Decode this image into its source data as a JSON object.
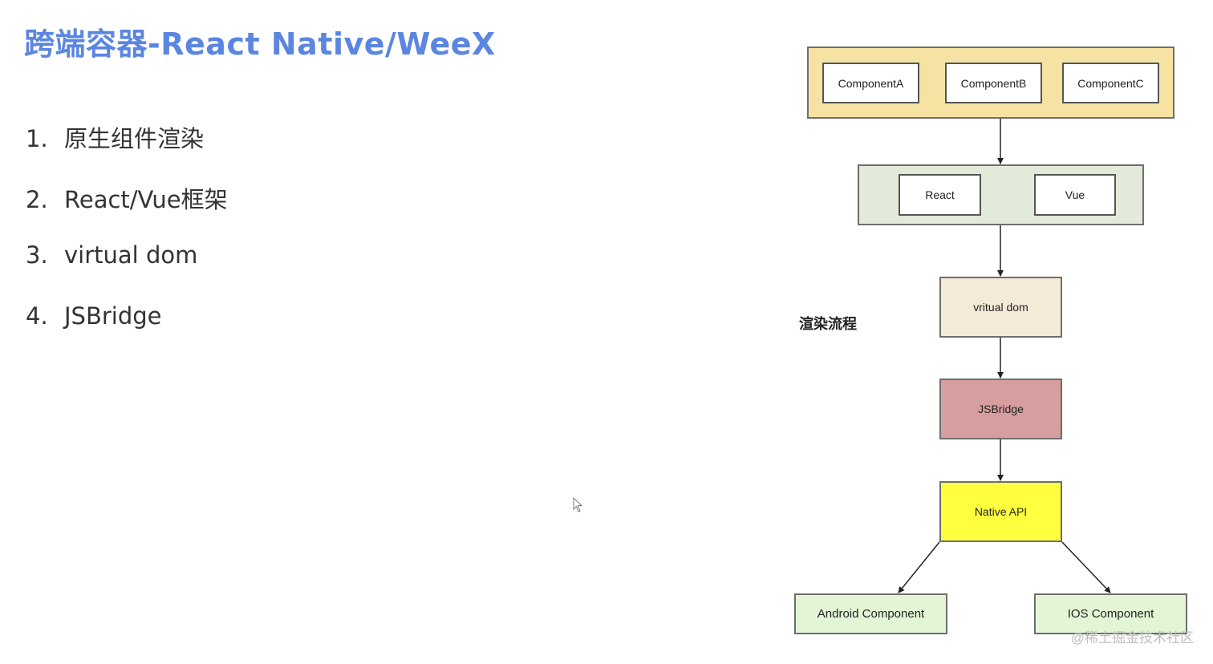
{
  "slide": {
    "title": "跨端容器-React Native/WeeX",
    "points": [
      {
        "num": "1.",
        "text": "原生组件渲染"
      },
      {
        "num": "2.",
        "text": "React/Vue框架"
      },
      {
        "num": "3.",
        "text": "virtual dom"
      },
      {
        "num": "4.",
        "text": "JSBridge"
      }
    ]
  },
  "diagram": {
    "components": [
      "ComponentA",
      "ComponentB",
      "ComponentC"
    ],
    "frameworks": [
      "React",
      "Vue"
    ],
    "vdom": "vritual dom",
    "bridge": "JSBridge",
    "native_api": "Native API",
    "android": "Android Component",
    "ios": "IOS Component",
    "side_label": "渲染流程"
  },
  "colors": {
    "title": "#5b86e0",
    "components_bg": "#f6e3a3",
    "frameworks_bg": "#e3ead9",
    "vdom_bg": "#f5ead8",
    "bridge_bg": "#d69e9e",
    "native_bg": "#ffff40",
    "platform_bg": "#e2f5d5"
  },
  "watermark": "@稀土掘金技术社区"
}
